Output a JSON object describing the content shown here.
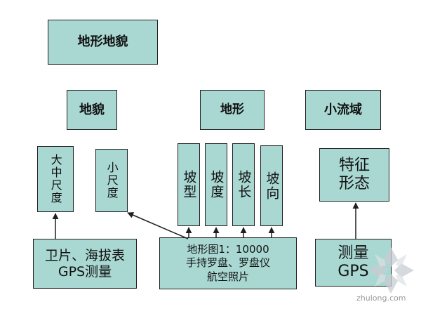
{
  "diagram": {
    "title": "地形地貌",
    "categories": [
      "地貌",
      "地形",
      "小流域"
    ],
    "scales": [
      "大中尺度",
      "小尺度"
    ],
    "slope_items": [
      "坡型",
      "坡度",
      "坡长",
      "坡向"
    ],
    "feature": "特征\n形态",
    "method_left": "卫片、海拔表\nGPS测量",
    "method_center": "地形图1：10000\n手持罗盘、罗盘仪\n航空照片",
    "method_right": "测量\nGPS"
  },
  "watermark": {
    "text": "zhulong.com"
  },
  "colors": {
    "box_fill": "#a9d8d3",
    "border": "#1f1f1f",
    "arrow": "#1f1f1f"
  }
}
